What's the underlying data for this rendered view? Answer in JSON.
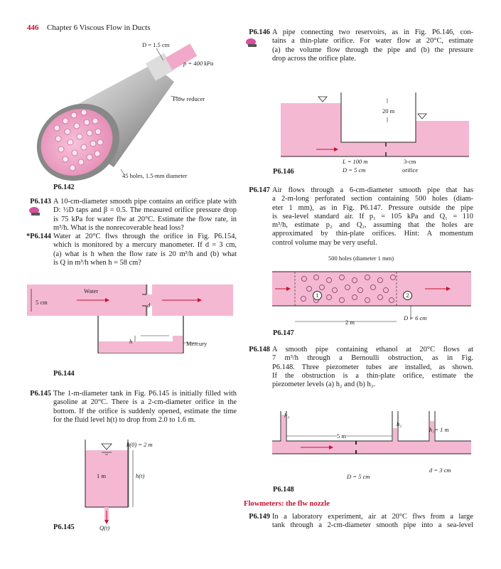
{
  "header": {
    "page_number": "446",
    "chapter": "Chapter 6 Viscous Flow in Ducts"
  },
  "colors": {
    "accent": "#c8102e",
    "fluid_pink": "#f5b8d2"
  },
  "figures": {
    "p142": {
      "caption": "P6.142",
      "d_label": "D = 1.5 cm",
      "p_label": "p = 400 kPa",
      "reducer_label": "Flow reducer",
      "holes_label": "45 holes, 1.5-mm diameter"
    },
    "p144": {
      "caption": "P6.144",
      "water_label": "Water",
      "five_cm": "5 cm",
      "d_label": "d",
      "h_label": "h",
      "mercury_label": "Mercury"
    },
    "p145": {
      "caption": "P6.145",
      "h0_label": "h(0) = 2 m",
      "width_label": "1 m",
      "ht_label": "h(t)",
      "q_label": "Q(t)"
    },
    "p146": {
      "caption": "P6.146",
      "height_label": "20 m",
      "l_label": "L = 100 m",
      "d_label": "D = 5 cm",
      "orifice_size": "3-cm",
      "orifice_label": "orifice"
    },
    "p147": {
      "caption": "P6.147",
      "holes_label": "500 holes (diameter 1 mm)",
      "station1": "1",
      "station2": "2",
      "length_label": "2 m",
      "d_label": "D = 6 cm"
    },
    "p148": {
      "caption": "P6.148",
      "h3": "h₃",
      "h2": "h₂",
      "h1": "h₁= 1 m",
      "length_label": "5 m",
      "small_d": "d = 3 cm",
      "big_d": "D = 5 cm"
    }
  },
  "problems": {
    "p143": {
      "label": "P6.143",
      "lines": [
        "A 10-cm-diameter smooth pipe contains an orifice plate with",
        "D: ½D taps and β = 0.5. The measured orifice pressure drop",
        "is 75 kPa for water flw at 20°C. Estimate the flow rate, in",
        "m³/h. What is the nonrecoverable head loss?"
      ]
    },
    "p144": {
      "label": "*P6.144",
      "lines": [
        "Water at 20°C flws through the orifice in Fig. P6.154,",
        "which is monitored by a mercury manometer. If d = 3 cm,",
        "(a) what is h when the flow rate is 20 m³/h and (b) what",
        "is Q in m³/h when h = 58 cm?"
      ]
    },
    "p145": {
      "label": "P6.145",
      "lines": [
        "The 1-m-diameter tank in Fig. P6.145 is initially filled with",
        "gasoline at 20°C. There is a 2-cm-diameter orifice in the",
        "bottom. If the orifice is suddenly opened, estimate the time",
        "for the fluid level h(t) to drop from 2.0 to 1.6 m."
      ]
    },
    "p146": {
      "label": "P6.146",
      "lines": [
        "A pipe connecting two reservoirs, as in Fig. P6.146, con-",
        "tains a thin-plate orifice. For water flow at 20°C, estimate",
        "(a) the volume flow through the pipe and (b) the pressure",
        "drop across the orifice plate."
      ]
    },
    "p147": {
      "label": "P6.147",
      "lines": [
        "Air flows through a 6-cm-diameter smooth pipe that has",
        "a 2-m-long perforated section containing 500 holes (diam-",
        "eter 1 mm), as in Fig. P6.147. Pressure outside the pipe",
        "is sea-level standard air. If p₁ = 105 kPa and Q₁ = 110",
        "m³/h, estimate p₂ and Q₂, assuming that the holes are",
        "approximated by thin-plate orifices. Hint: A momentum",
        "control volume may be very useful."
      ]
    },
    "p148": {
      "label": "P6.148",
      "lines": [
        "A smooth pipe containing ethanol at 20°C flows at",
        "7 m³/h through a Bernoulli obstruction, as in Fig.",
        "P6.148. Three piezometer tubes are installed, as shown.",
        "If the obstruction is a thin-plate orifice, estimate the",
        "piezometer levels (a) h₂ and (b) h₃."
      ]
    },
    "p149": {
      "label": "P6.149",
      "lines": [
        "In a laboratory experiment, air at 20°C flws from a large",
        "tank through a 2-cm-diameter smooth pipe into a sea-level"
      ]
    }
  },
  "section": {
    "title": "Flowmeters: the flw nozzle"
  }
}
